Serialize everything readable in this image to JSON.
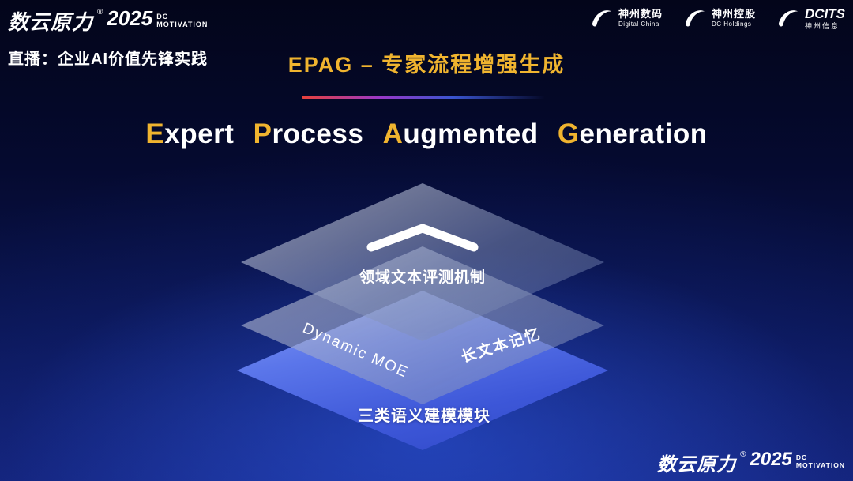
{
  "colors": {
    "accent_gold": "#f0b42f",
    "background_top": "#03051a",
    "background_bottom": "#122070",
    "bottom_layer_blue": "#3d57d8",
    "divider_red": "#e8413a"
  },
  "brand": {
    "name": "数云原力",
    "reg": "®",
    "year": "2025",
    "sub_line1": "DC",
    "sub_line2": "MOTIVATION"
  },
  "header": {
    "live_label": "直播：企业AI价值先锋实践",
    "page_title": "EPAG – 专家流程增强生成"
  },
  "partners": [
    {
      "name": "神州数码",
      "sub": "Digital China"
    },
    {
      "name": "神州控股",
      "sub": "DC Holdings"
    },
    {
      "name": "DCITS",
      "sub": "神州信息"
    }
  ],
  "main_title": {
    "words": [
      {
        "first": "E",
        "rest": "xpert"
      },
      {
        "first": "P",
        "rest": "rocess"
      },
      {
        "first": "A",
        "rest": "ugmented"
      },
      {
        "first": "G",
        "rest": "eneration"
      }
    ]
  },
  "diagram": {
    "top_layer_label": "领域文本评测机制",
    "middle_left_label": "Dynamic MOE",
    "middle_right_label": "长文本记忆",
    "bottom_label": "三类语义建模模块"
  },
  "footer": {
    "name": "数云原力",
    "reg": "®",
    "year": "2025",
    "sub_line1": "DC",
    "sub_line2": "MOTIVATION"
  }
}
